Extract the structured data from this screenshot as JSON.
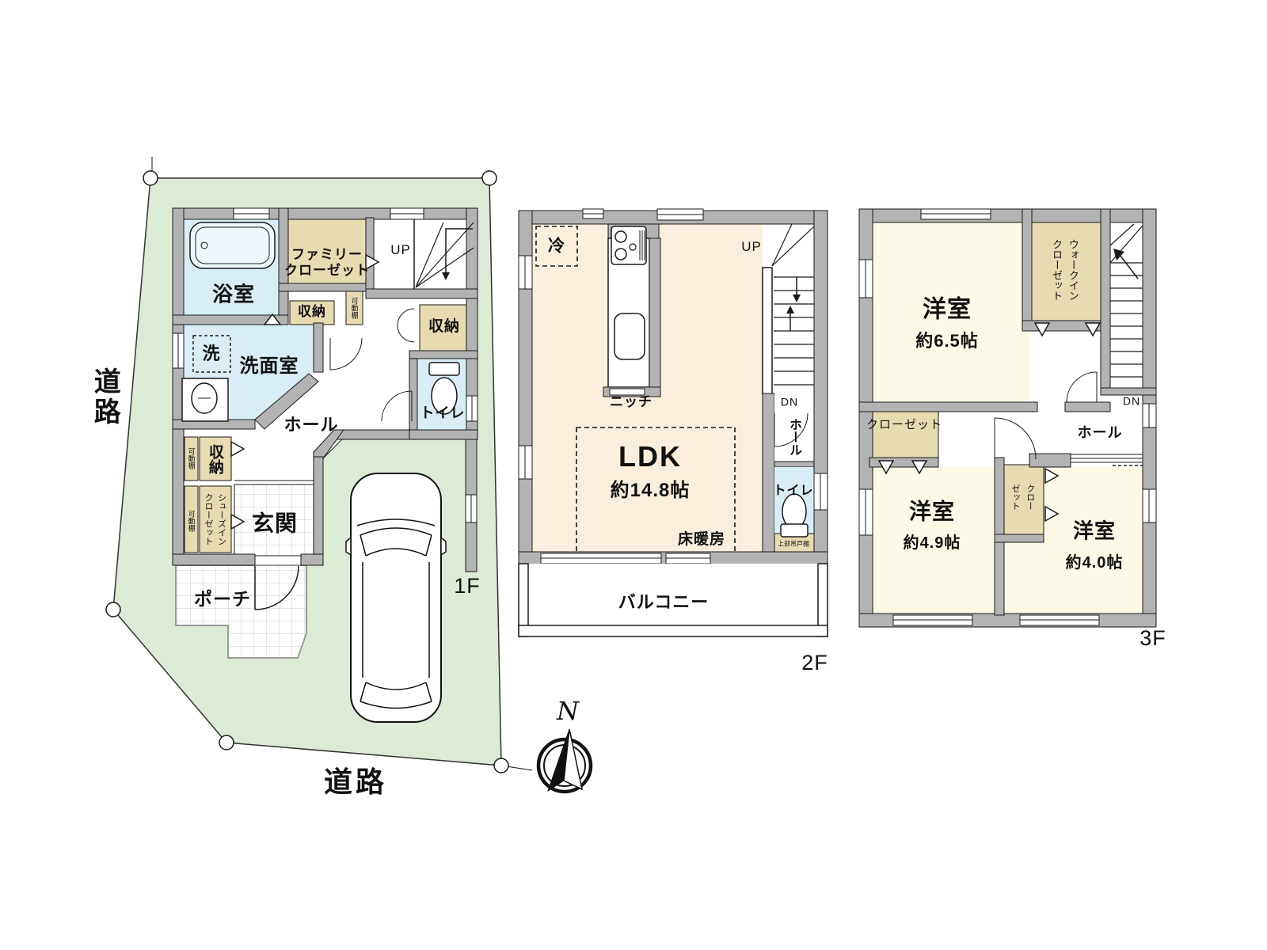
{
  "page": {
    "type": "floor-plan"
  },
  "colors": {
    "site_green": "#dcead6",
    "wall_gray": "#b3b3b3",
    "water_blue": "#d9edf7",
    "tub_blue": "#eef7fc",
    "closet_tan": "#e7dbb1",
    "ldk_peach": "#fbeedc",
    "room_cream": "#fcf9e7",
    "line": "#1a1a1a"
  },
  "site": {
    "road_left": "道路",
    "road_bottom": "道路",
    "compass_north": "N"
  },
  "floor1": {
    "label": "1F",
    "bathroom": "浴室",
    "family_closet": "ファミリー\nクローゼット",
    "up": "UP",
    "movable_shelf_1": "可動棚",
    "movable_shelf_2": "可動棚",
    "movable_shelf_3": "可動棚",
    "storage_upper": "収納",
    "storage_stair": "収納",
    "storage_lower": "収納",
    "washer": "洗",
    "washroom": "洗面室",
    "hall": "ホール",
    "toilet": "トイレ",
    "shoes_closet": "シューズイン\nクローゼット",
    "entrance": "玄関",
    "porch": "ポーチ"
  },
  "floor2": {
    "label": "2F",
    "fridge": "冷",
    "niche": "ニッチ",
    "up": "UP",
    "dn": "DN",
    "hall": "ホール",
    "ldk": "LDK",
    "ldk_size": "約14.8帖",
    "floor_heating": "床暖房",
    "toilet": "トイレ",
    "upper_cabinet": "上部吊戸棚",
    "balcony": "バルコニー"
  },
  "floor3": {
    "label": "3F",
    "room_65": "洋室",
    "room_65_size": "約6.5帖",
    "walk_in_closet": "ウォークイン\nクローゼット",
    "closet_49": "クローゼット",
    "dn": "DN",
    "hall": "ホール",
    "room_49": "洋室",
    "room_49_size": "約4.9帖",
    "closet_40": "クロー\nゼット",
    "room_40": "洋室",
    "room_40_size": "約4.0帖"
  }
}
